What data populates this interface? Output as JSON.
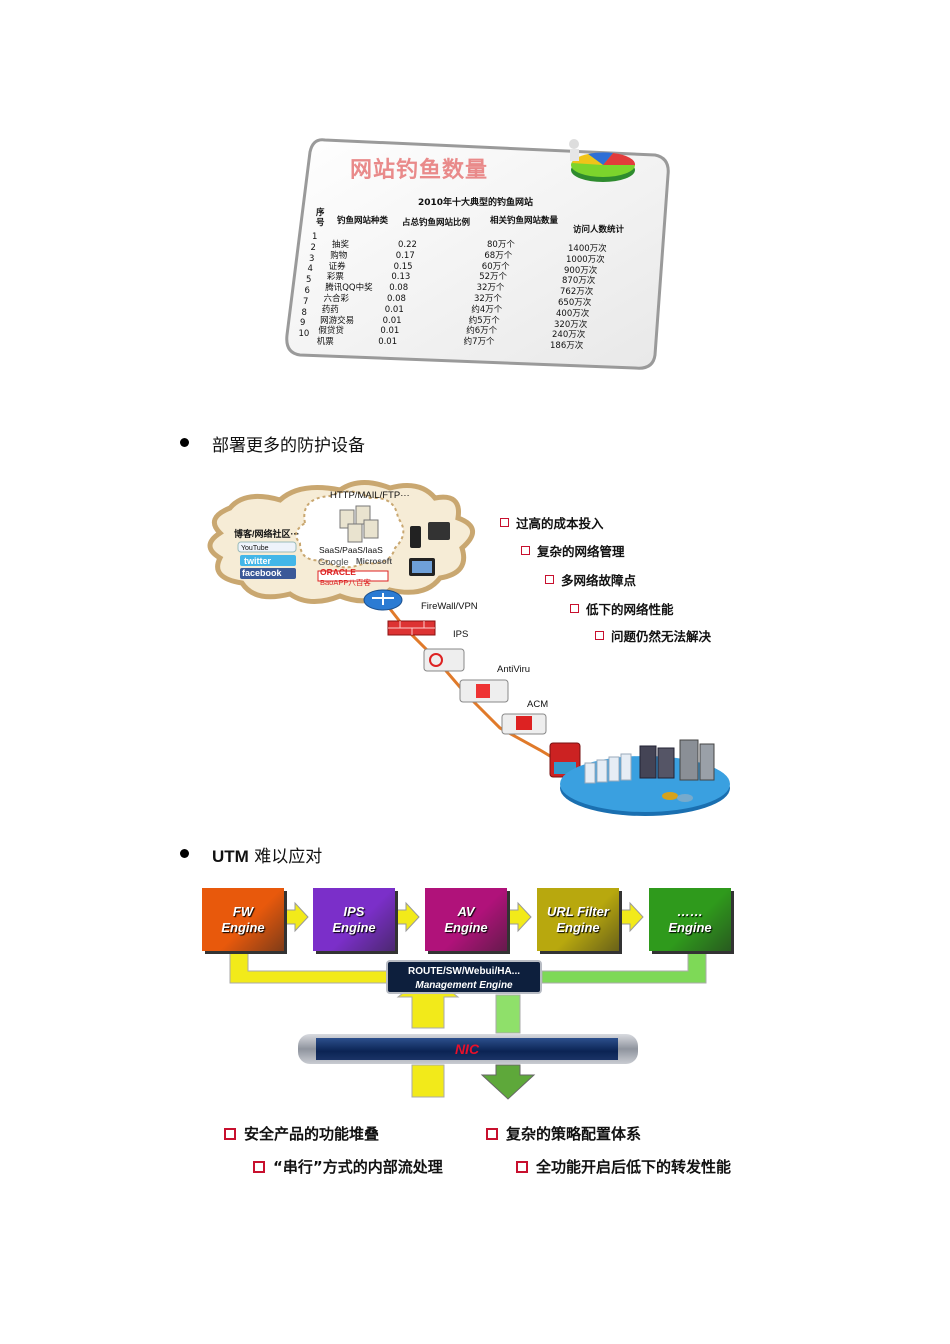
{
  "phishing_card": {
    "title": "网站钓鱼数量",
    "table_caption": "2010年十大典型的钓鱼网站",
    "headers": [
      "序号",
      "钓鱼网站种类",
      "占总钓鱼网站比例",
      "相关钓鱼网站数量",
      "访问人数统计"
    ],
    "rows": [
      [
        "1",
        "抽奖",
        "0.22",
        "80万个",
        "1400万次"
      ],
      [
        "2",
        "购物",
        "0.17",
        "68万个",
        "1000万次"
      ],
      [
        "3",
        "证券",
        "0.15",
        "60万个",
        "900万次"
      ],
      [
        "4",
        "彩票",
        "0.13",
        "52万个",
        "870万次"
      ],
      [
        "5",
        "腾讯QQ中奖",
        "0.08",
        "32万个",
        "762万次"
      ],
      [
        "6",
        "六合彩",
        "0.08",
        "32万个",
        "650万次"
      ],
      [
        "7",
        "药药",
        "0.01",
        "约4万个",
        "400万次"
      ],
      [
        "8",
        "网游交易",
        "0.01",
        "约5万个",
        "320万次"
      ],
      [
        "9",
        "假贷贷",
        "0.01",
        "约6万个",
        "240万次"
      ],
      [
        "10",
        "机票",
        "0.01",
        "约7万个",
        "186万次"
      ]
    ]
  },
  "bullet1": "部署更多的防护设备",
  "network": {
    "cloud_top_label": "HTTP/MAIL/FTP···",
    "cloud_left_label": "博客/网络社区···",
    "saas_label": "SaaS/PaaS/IaaS",
    "brands": [
      "twitter",
      "facebook",
      "YouTube",
      "Google",
      "Microsoft",
      "ORACLE",
      "BaoAPP八百客"
    ],
    "devices": [
      "FireWall/VPN",
      "IPS",
      "AntiViru",
      "ACM"
    ],
    "issues": [
      "过高的成本投入",
      "复杂的网络管理",
      "多网络故障点",
      "低下的网络性能",
      "问题仍然无法解决"
    ]
  },
  "bullet2_bold": "UTM",
  "bullet2_rest": " 难以应对",
  "utm": {
    "engines": [
      {
        "line1": "FW",
        "line2": "Engine",
        "color": "#e8590c"
      },
      {
        "line1": "IPS",
        "line2": "Engine",
        "color": "#7b2fc9"
      },
      {
        "line1": "AV",
        "line2": "Engine",
        "color": "#b0127a"
      },
      {
        "line1": "URL Filter",
        "line2": "Engine",
        "color": "#b8a80e"
      },
      {
        "line1": "……",
        "line2": "Engine",
        "color": "#2f9a1c"
      }
    ],
    "mgmt_line1": "ROUTE/SW/Webui/HA...",
    "mgmt_line2": "Management Engine",
    "nic": "NIC",
    "issues": [
      "安全产品的功能堆叠",
      "复杂的策略配置体系",
      "“串行”方式的内部流处理",
      "全功能开启后低下的转发性能"
    ]
  }
}
